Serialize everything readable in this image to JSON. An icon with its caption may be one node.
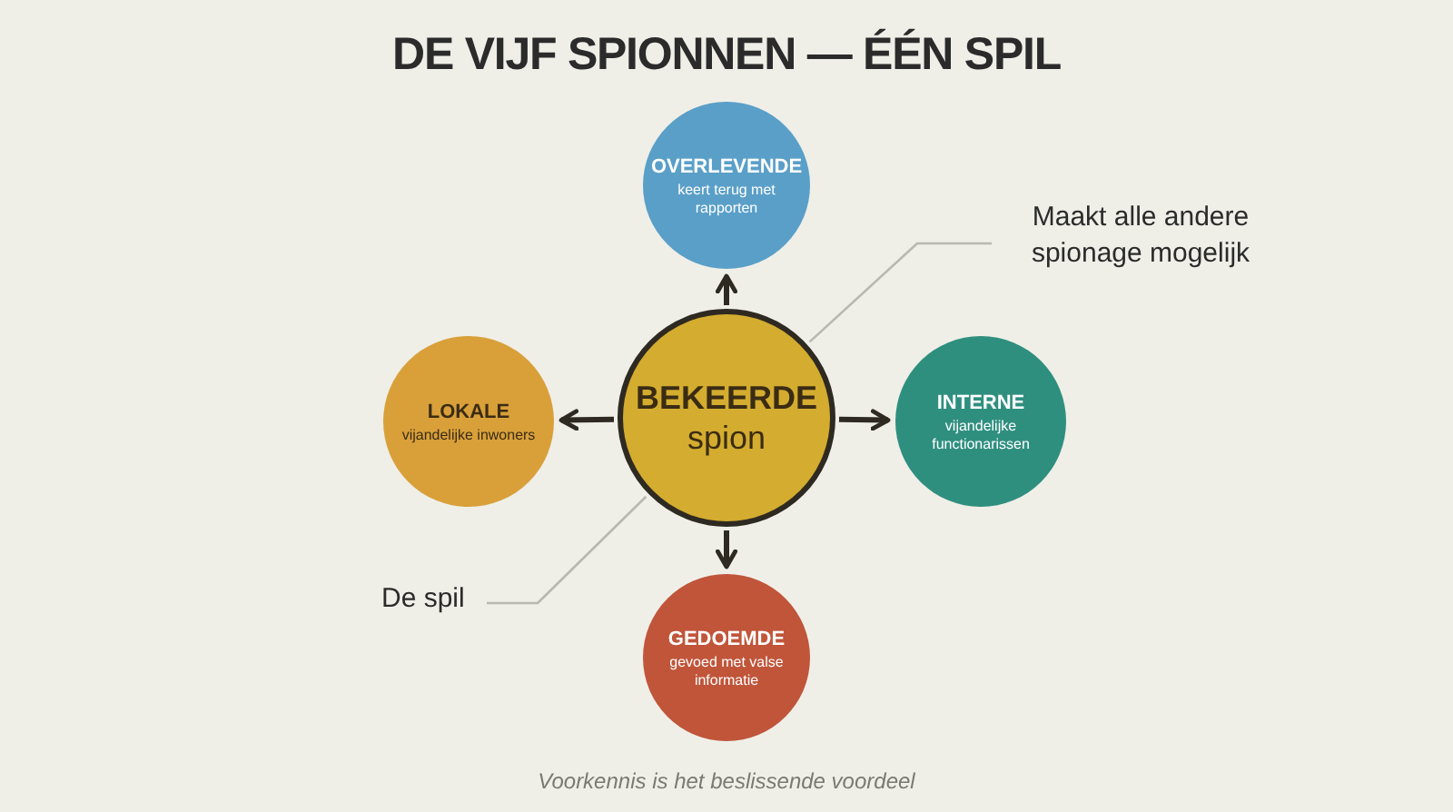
{
  "diagram": {
    "title": "DE VIJF SPIONNEN — ÉÉN SPIL",
    "caption": "Voorkennis is het beslissende voordeel",
    "nodes": [
      {
        "text": [
          "OVERLEVENDE",
          "keert terug met rapporten"
        ]
      },
      {
        "text": [
          "Maakt alle andere spionage mogelijk"
        ]
      },
      {
        "text": [
          "LOKALE",
          "vijandelijke inwoners"
        ]
      },
      {
        "text": [
          "BEKEERDE",
          "spion"
        ]
      },
      {
        "text": [
          "INTERNE",
          "vijandelijke functionarissen"
        ]
      },
      {
        "text": [
          "De spil"
        ]
      },
      {
        "text": [
          "GEDOEMDE",
          "gevoed met valse informatie"
        ]
      }
    ],
    "edges": [
      {
        "from": 3,
        "to": 0,
        "arrow": "to"
      },
      {
        "from": 3,
        "to": 2,
        "arrow": "to"
      },
      {
        "from": 3,
        "to": 4,
        "arrow": "to"
      },
      {
        "from": 3,
        "to": 6,
        "arrow": "to"
      },
      {
        "from": 1,
        "to": 3,
        "arrow": "none",
        "color": "#b8b8b0"
      },
      {
        "from": 5,
        "to": 3,
        "arrow": "none",
        "color": "#b8b8b0"
      }
    ]
  }
}
